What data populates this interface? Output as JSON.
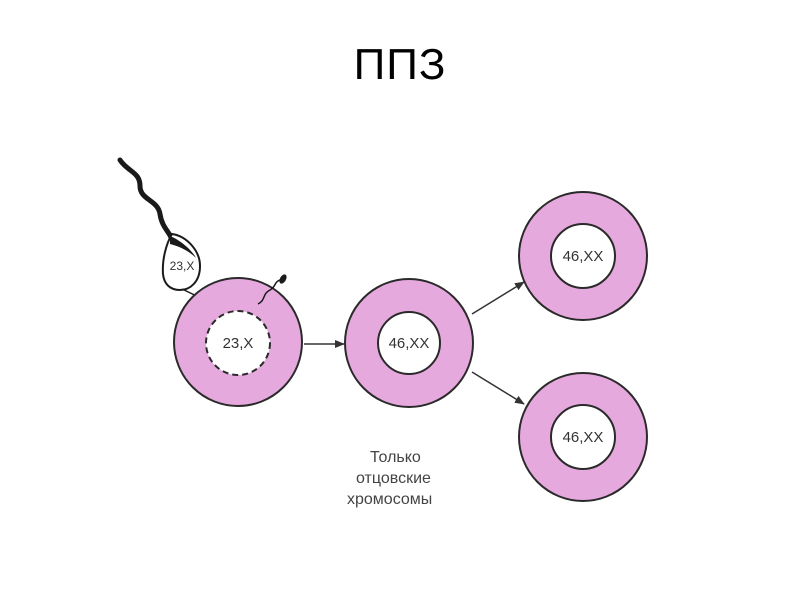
{
  "title": "ППЗ",
  "colors": {
    "cell_fill": "#e6a9dd",
    "cell_stroke": "#2a2a2a",
    "nucleus_fill": "#ffffff",
    "arrow": "#333333",
    "sperm": "#1a1a1a"
  },
  "diagram": {
    "sperm_label": "23,X",
    "egg_nucleus_label": "23,X",
    "zygote_label": "46,XX",
    "cell_top_label": "46,XX",
    "cell_bottom_label": "46,XX",
    "caption_lines": [
      "Только",
      "отцовские",
      "хромосомы"
    ]
  }
}
